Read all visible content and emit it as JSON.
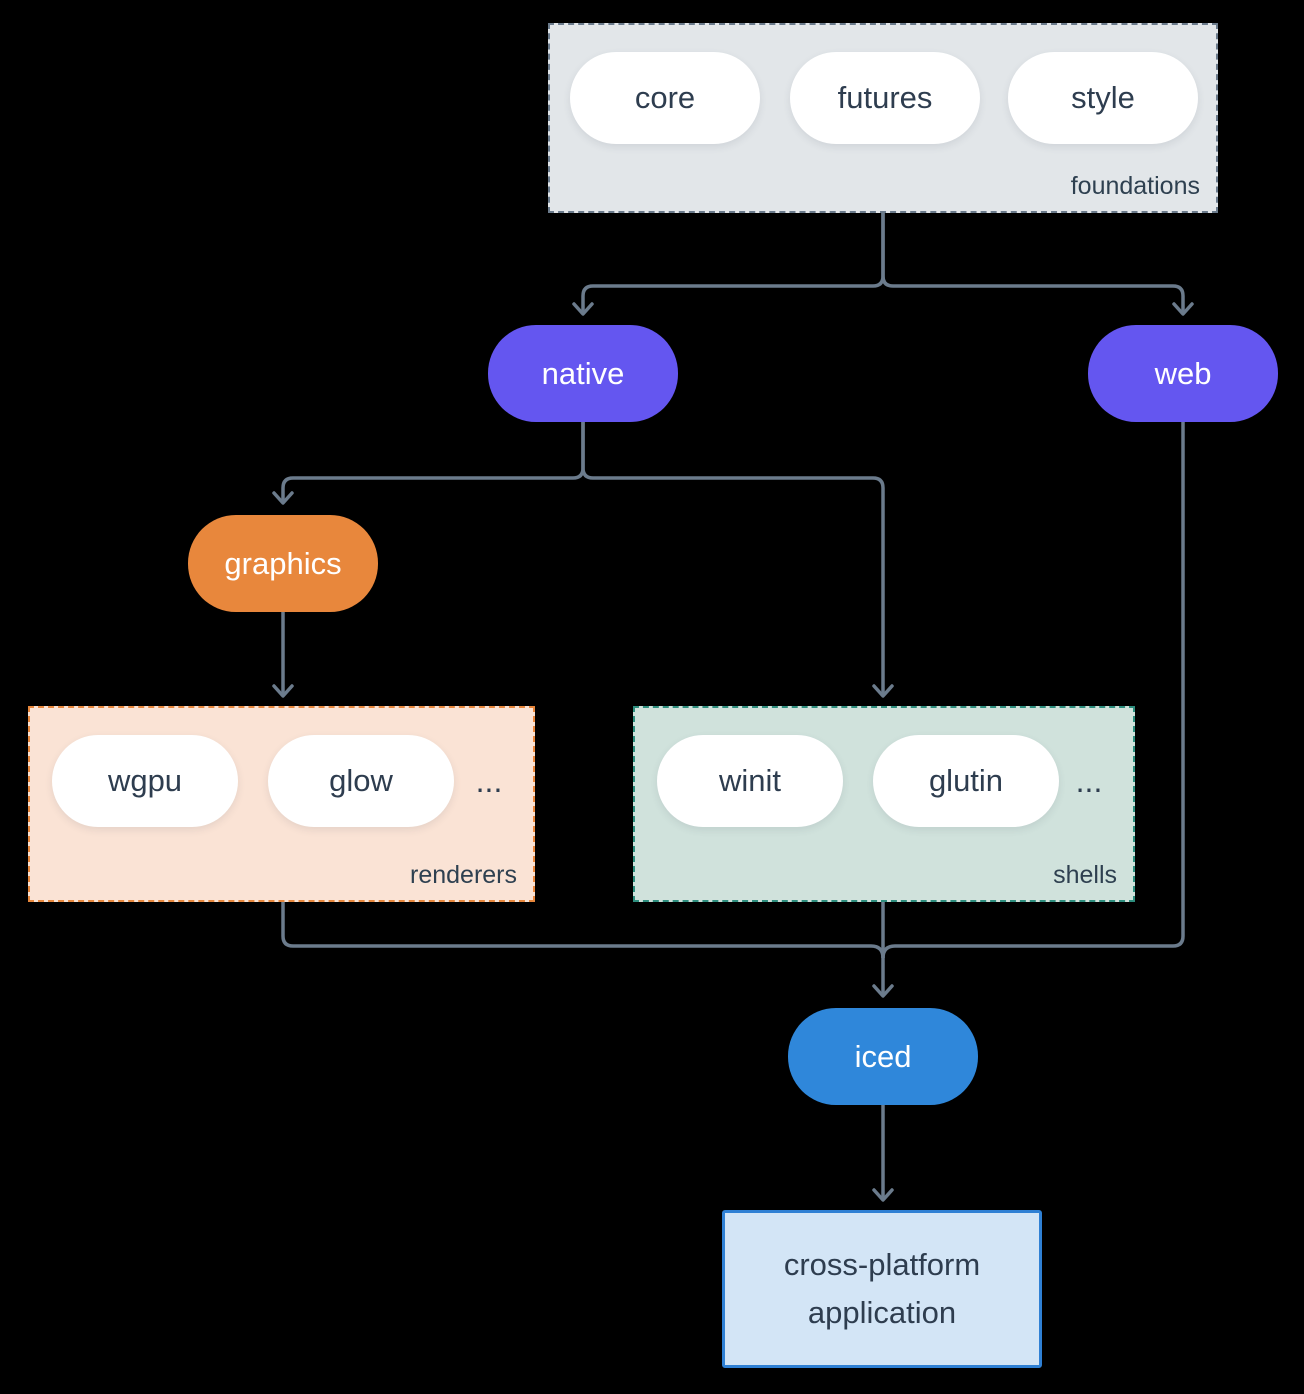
{
  "diagram": {
    "groups": {
      "foundations": {
        "label": "foundations",
        "pills": [
          "core",
          "futures",
          "style"
        ]
      },
      "renderers": {
        "label": "renderers",
        "pills": [
          "wgpu",
          "glow"
        ],
        "ellipsis": "..."
      },
      "shells": {
        "label": "shells",
        "pills": [
          "winit",
          "glutin"
        ],
        "ellipsis": "..."
      }
    },
    "nodes": {
      "native": {
        "label": "native"
      },
      "web": {
        "label": "web"
      },
      "graphics": {
        "label": "graphics"
      },
      "iced": {
        "label": "iced"
      }
    },
    "application": {
      "line1": "cross-platform",
      "line2": "application"
    },
    "colors": {
      "background": "#000000",
      "connector": "#6b7b8c",
      "purple_node": "#6456f0",
      "orange_node": "#e8873c",
      "blue_node": "#2f87da",
      "foundations_bg": "#e2e6e9",
      "foundations_border": "#6b7b8c",
      "renderers_bg": "#fae3d5",
      "renderers_border": "#e8873c",
      "shells_bg": "#d0e2dc",
      "shells_border": "#2e8e7e",
      "app_bg": "#d3e5f6",
      "app_border": "#2f80d4",
      "pill_bg": "#ffffff",
      "dark_text": "#2e3d4f"
    }
  }
}
